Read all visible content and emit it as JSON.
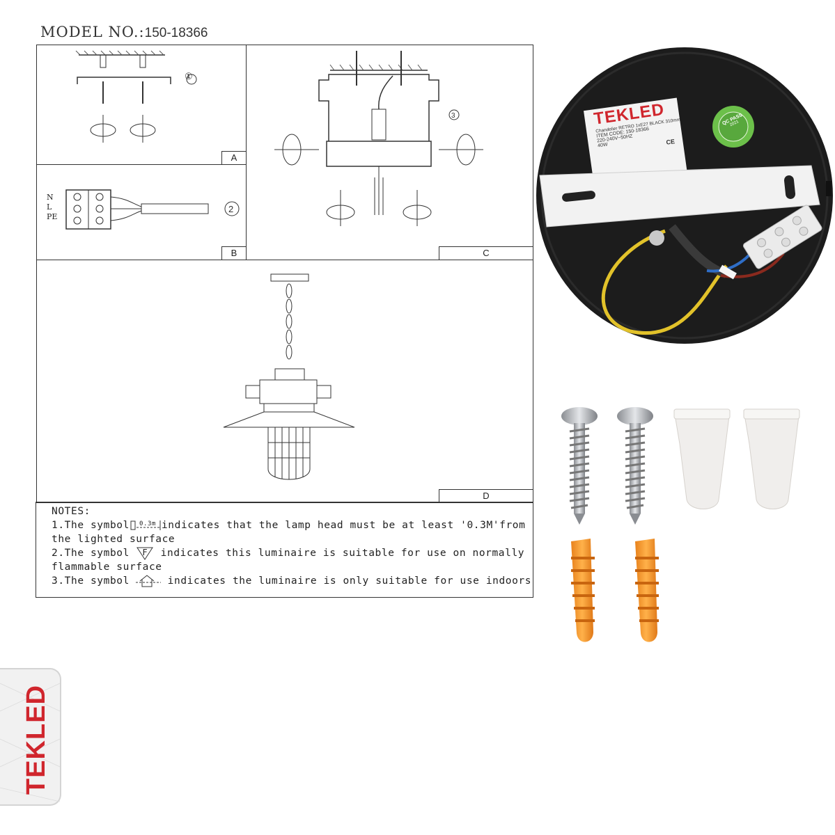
{
  "header": {
    "model_label": "MODEL NO.:",
    "model_number": "150-18366"
  },
  "panels": {
    "a": {
      "tag": "A",
      "step": "①"
    },
    "b": {
      "tag": "B",
      "step": "②",
      "terminal_labels": [
        "N",
        "L",
        "PE"
      ]
    },
    "c": {
      "tag": "C",
      "step": "③"
    },
    "d": {
      "tag": "D"
    }
  },
  "notes": {
    "title": "NOTES:",
    "line1_pre": "1.The symbol",
    "line1_sym": "0.3m",
    "line1_post": "indicates that the lamp head must be at least '0.3M'from",
    "line1_cont": "the lighted surface",
    "line2_pre": "2.The symbol",
    "line2_sym": "F",
    "line2_post": "indicates this luminaire is suitable for use on normally",
    "line2_cont": "flammable surface",
    "line3_pre": "3.The symbol",
    "line3_post": "indicates the luminaire is only suitable for use indoors"
  },
  "product_label": {
    "brand": "TEKLED",
    "line1": "Chandelier RETRO 1xE27 BLACK 310mm",
    "line2": "ITEM CODE: 150-18366",
    "line3": "220-240V~50HZ",
    "line4": "40W",
    "marks": "CE",
    "qc_sticker": "QC PASS",
    "qc_year": "2021"
  },
  "watermark": {
    "brand": "TEKLED"
  },
  "colors": {
    "brand_red": "#d0262d",
    "canopy_black": "#1c1c1c",
    "anchor_orange": "#f39a2b",
    "wire_yellow": "#e2c22a",
    "wire_blue": "#2f6ec7",
    "wire_brown": "#8a2a1e"
  }
}
